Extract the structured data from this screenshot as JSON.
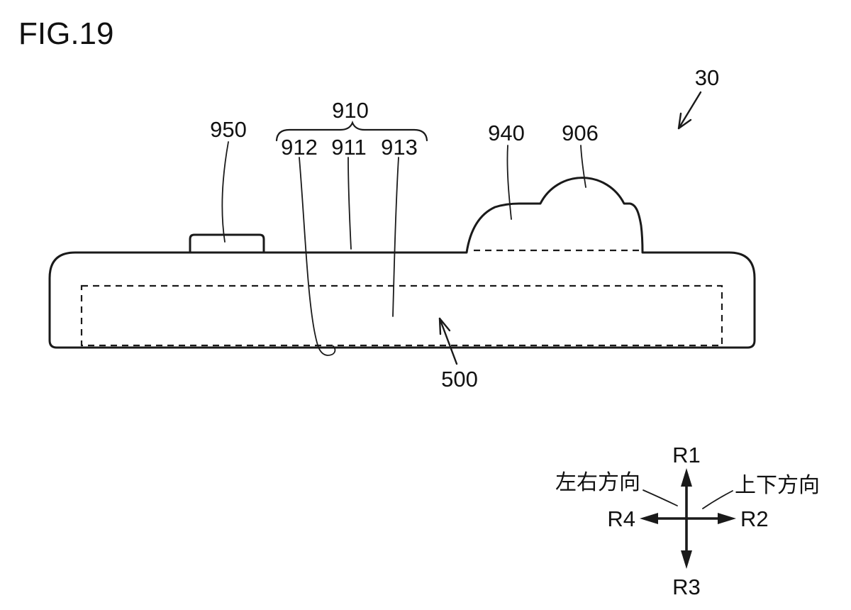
{
  "figure": {
    "title": "FIG.19",
    "reference_labels": {
      "r30": "30",
      "r950": "950",
      "r910": "910",
      "r912": "912",
      "r911": "911",
      "r913": "913",
      "r940": "940",
      "r906": "906",
      "r500": "500"
    },
    "direction_indicator": {
      "up": "R1",
      "right": "R2",
      "down": "R3",
      "left": "R4",
      "horizontal_axis_label": "左右方向",
      "vertical_axis_label": "上下方向"
    },
    "colors": {
      "line": "#1a1a1a",
      "background": "#ffffff"
    }
  }
}
